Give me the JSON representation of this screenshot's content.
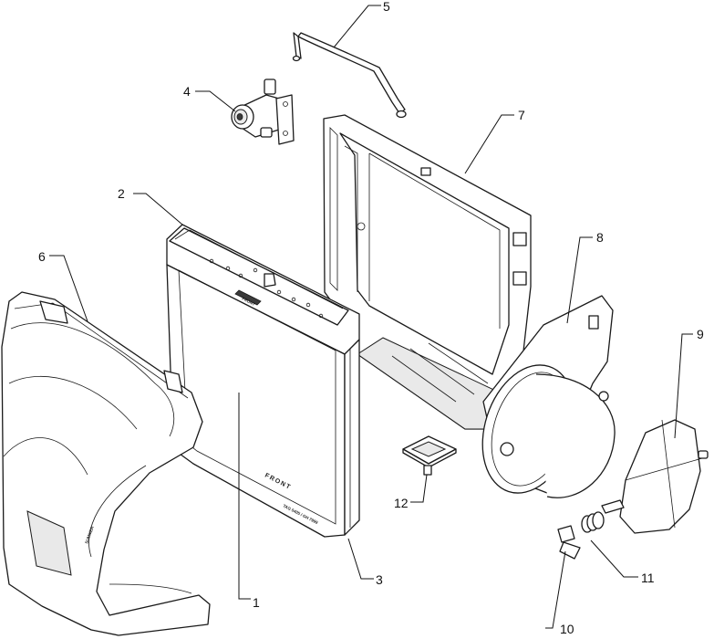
{
  "callouts": [
    {
      "id": "callout-1",
      "label": "1"
    },
    {
      "id": "callout-2",
      "label": "2"
    },
    {
      "id": "callout-3",
      "label": "3"
    },
    {
      "id": "callout-4",
      "label": "4"
    },
    {
      "id": "callout-5",
      "label": "5"
    },
    {
      "id": "callout-6",
      "label": "6"
    },
    {
      "id": "callout-7",
      "label": "7"
    },
    {
      "id": "callout-8",
      "label": "8"
    },
    {
      "id": "callout-9",
      "label": "9"
    },
    {
      "id": "callout-10",
      "label": "10"
    },
    {
      "id": "callout-11",
      "label": "11"
    },
    {
      "id": "callout-12",
      "label": "12"
    }
  ],
  "part_markings": {
    "panel_front": "FRONT",
    "panel_model": "TAG 5405 / GH 7999",
    "panel_tab": "FRONT",
    "cover_season": "SUMMER"
  }
}
